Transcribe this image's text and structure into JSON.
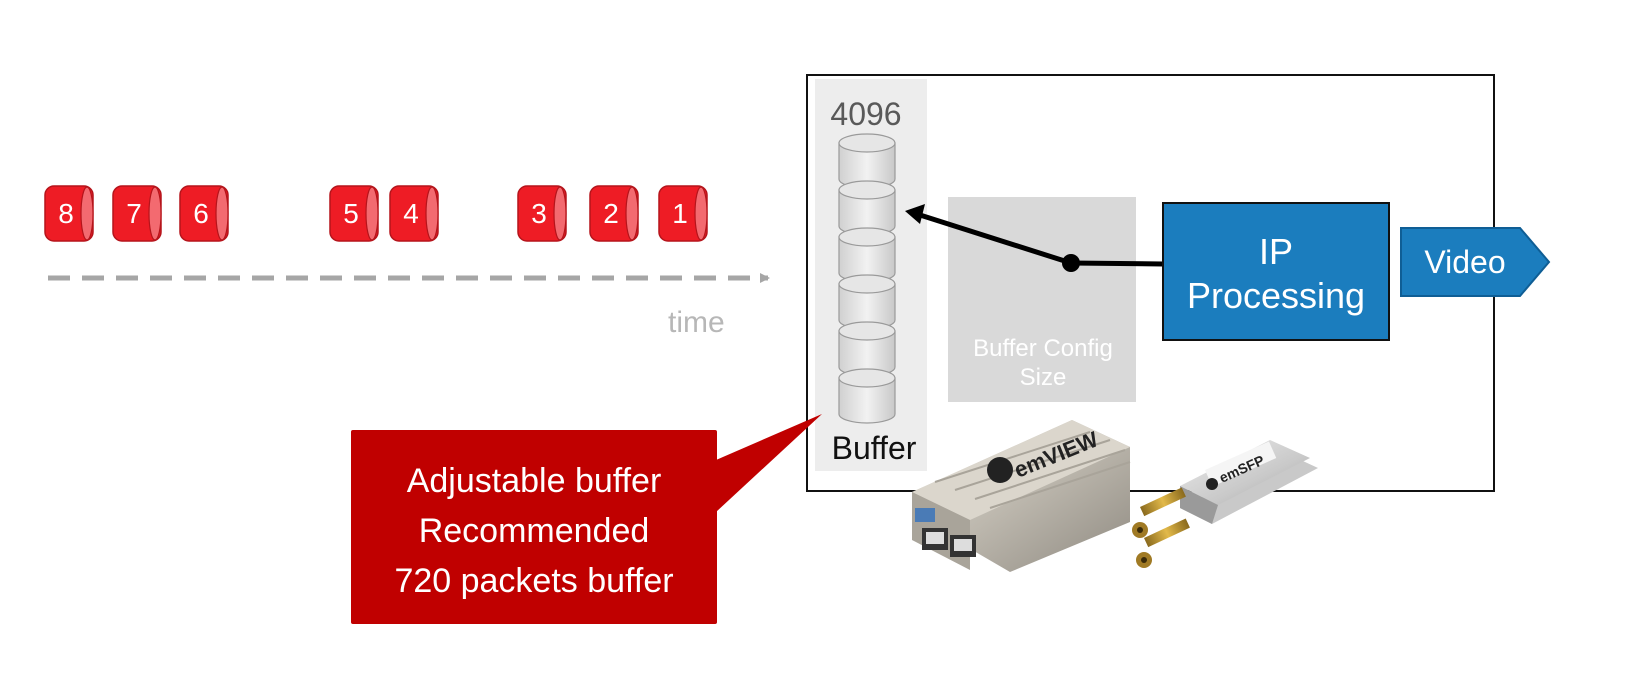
{
  "packets": [
    "8",
    "7",
    "6",
    "5",
    "4",
    "3",
    "2",
    "1"
  ],
  "time_label": "time",
  "buffer": {
    "max_label": "4096",
    "title": "Buffer"
  },
  "config": {
    "label_line1": "Buffer Config",
    "label_line2": "Size"
  },
  "ip_processing": {
    "line1": "IP",
    "line2": "Processing"
  },
  "video_label": "Video",
  "callout": {
    "line1": "Adjustable buffer",
    "line2": "Recommended",
    "line3": "720 packets buffer"
  },
  "devices": {
    "converter_brand": "emVIEW",
    "sfp_brand": "emSFP"
  },
  "colors": {
    "packet_red": "#ee1c25",
    "callout_red": "#c00000",
    "ip_blue": "#1b7dbe",
    "config_gray": "#d9d9d9",
    "buffer_bg": "#ededed",
    "arrow_gray": "#a6a6a6"
  }
}
